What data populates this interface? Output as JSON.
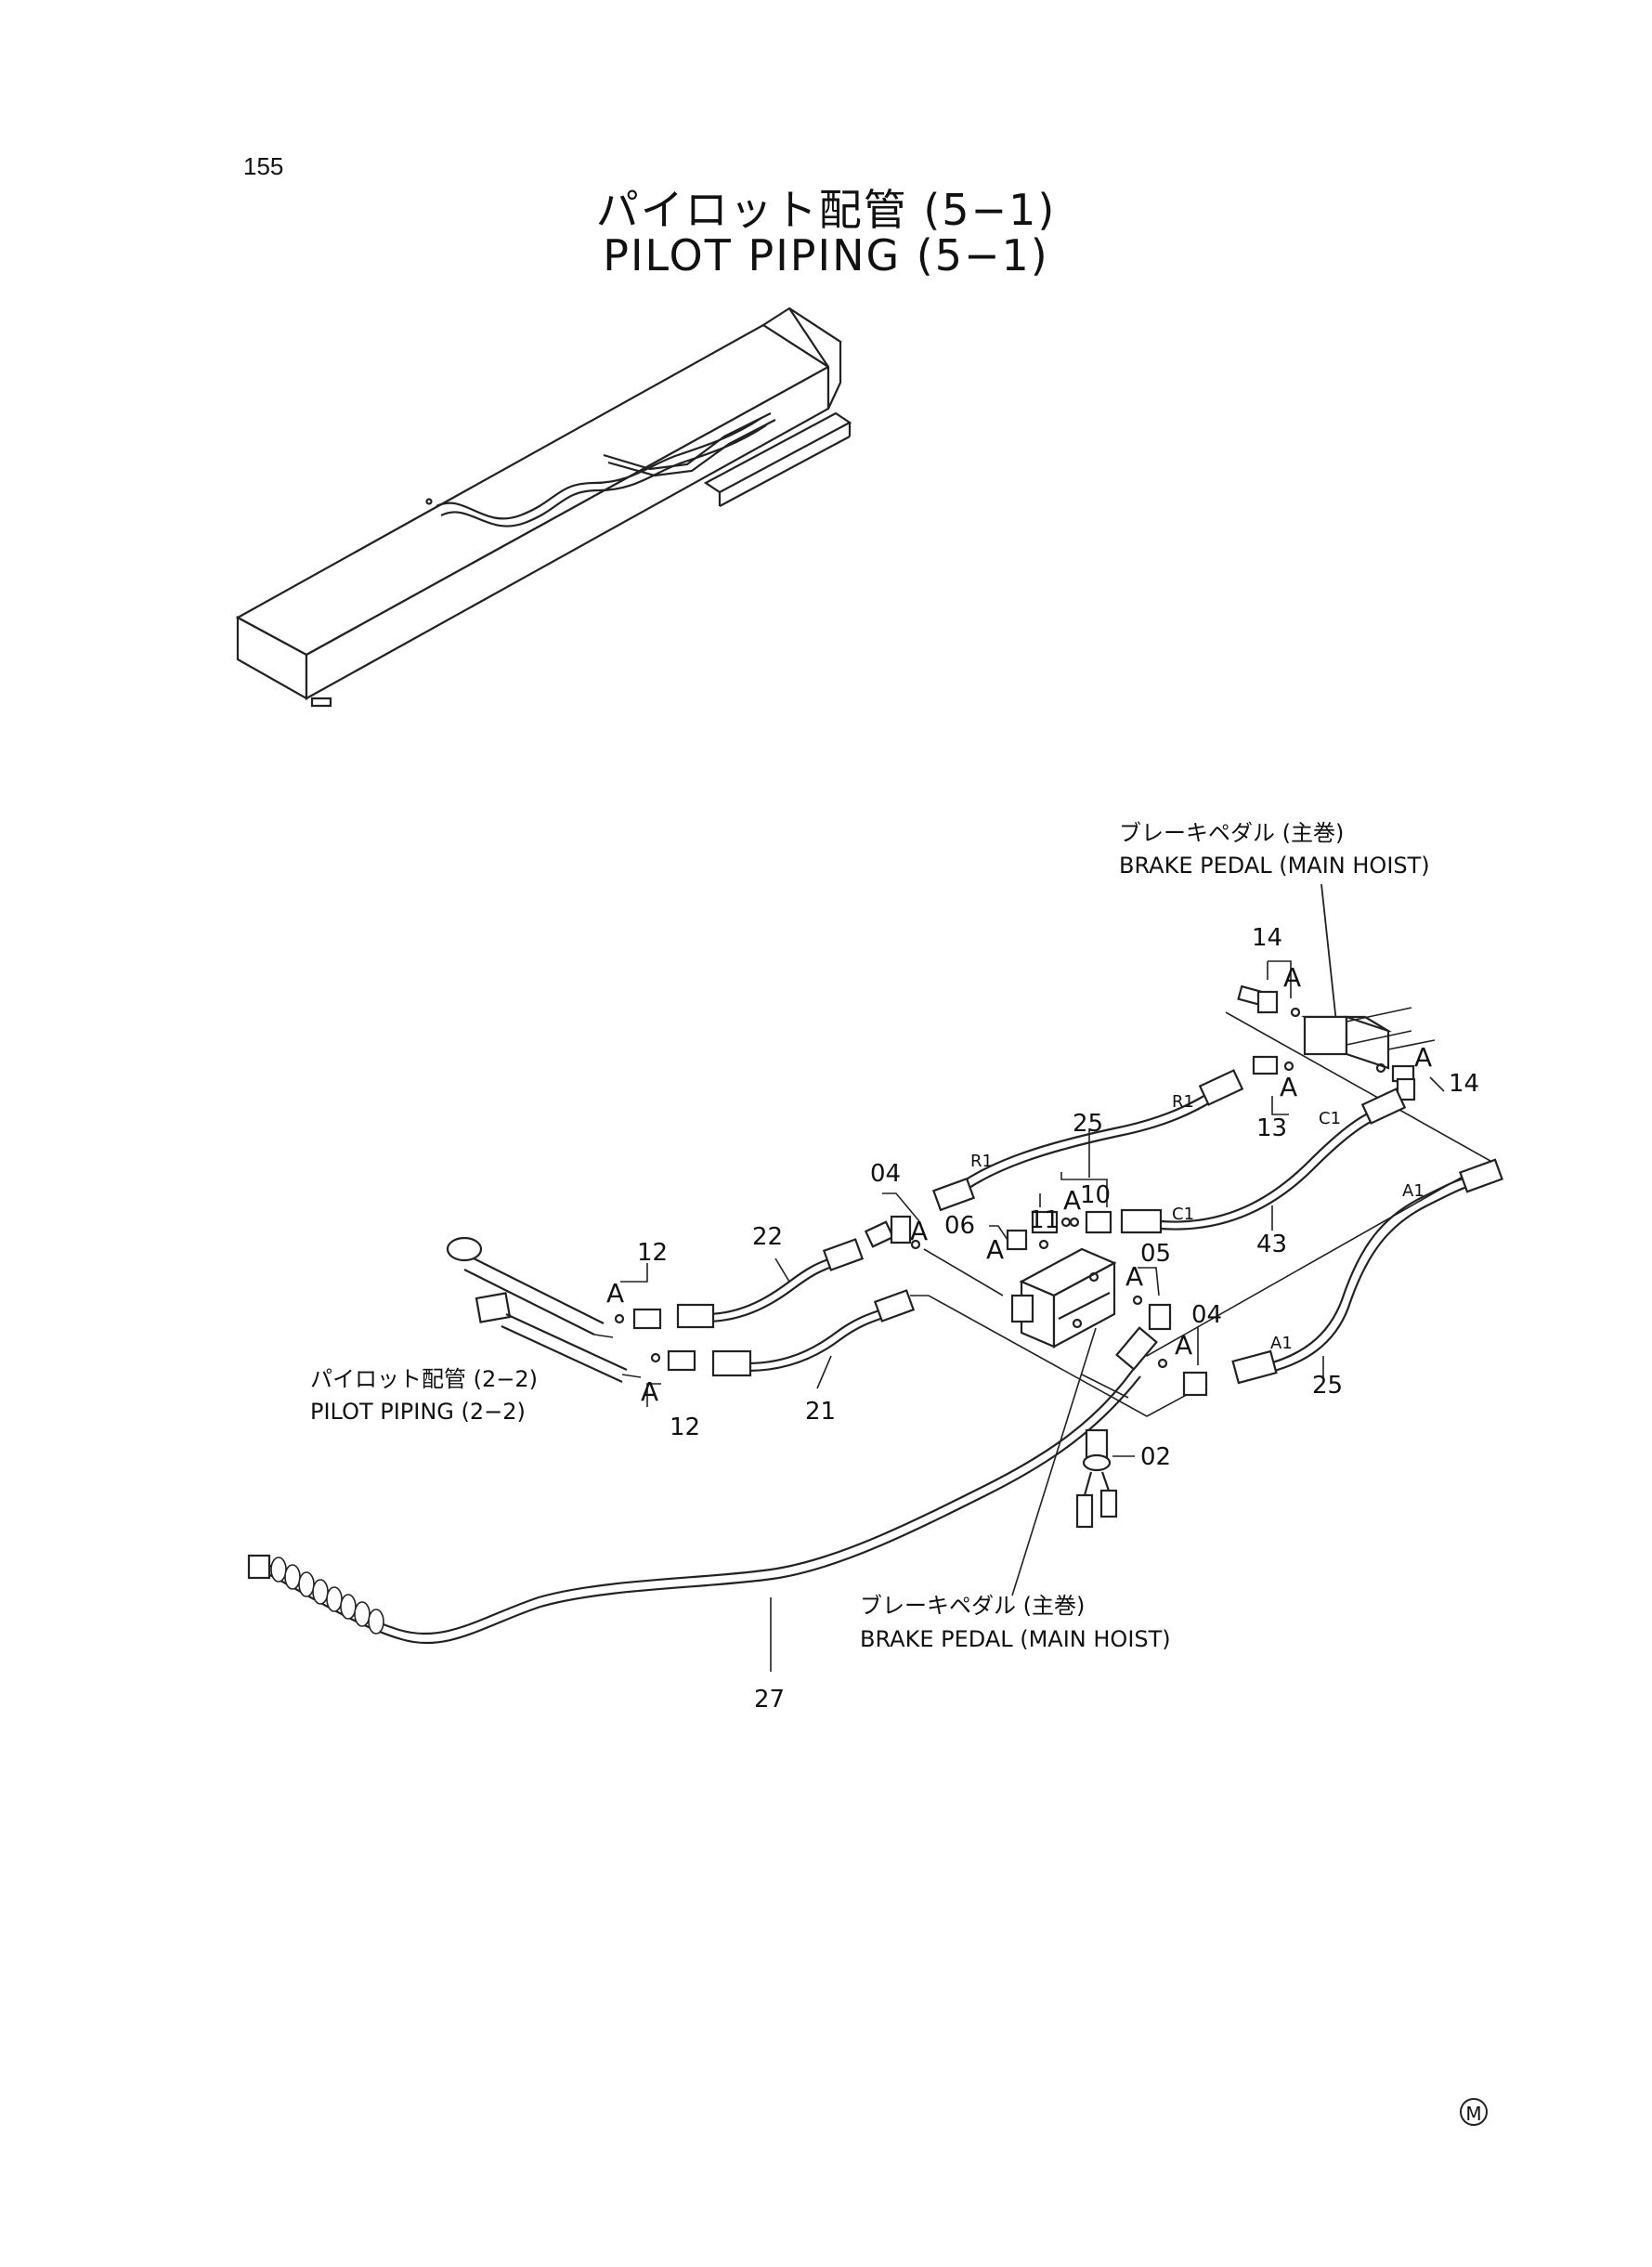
{
  "page_number": "155",
  "title": {
    "jp": "パイロット配管 (5−1)",
    "en": "PILOT PIPING (5−1)"
  },
  "callouts": {
    "brake_pedal_top_jp": "ブレーキペダル (主巻)",
    "brake_pedal_top_en": "BRAKE PEDAL (MAIN HOIST)",
    "brake_pedal_bottom_jp": "ブレーキペダル (主巻)",
    "brake_pedal_bottom_en": "BRAKE PEDAL (MAIN HOIST)",
    "pilot_piping_ref_jp": "パイロット配管 (2−2)",
    "pilot_piping_ref_en": "PILOT PIPING (2−2)"
  },
  "part_numbers": {
    "p14a": "14",
    "p14b": "14",
    "p13": "13",
    "p25a": "25",
    "p25b": "25",
    "p10": "10",
    "p11": "11",
    "p06": "06",
    "p04a": "04",
    "p04b": "04",
    "p05": "05",
    "p12a": "12",
    "p12b": "12",
    "p22": "22",
    "p21": "21",
    "p43": "43",
    "p02": "02",
    "p27": "27"
  },
  "port_labels": {
    "r1a": "R1",
    "r1b": "R1",
    "c1a": "C1",
    "c1b": "C1",
    "a1a": "A1",
    "a1b": "A1"
  },
  "detail_marker": "A",
  "corner_mark": "M"
}
